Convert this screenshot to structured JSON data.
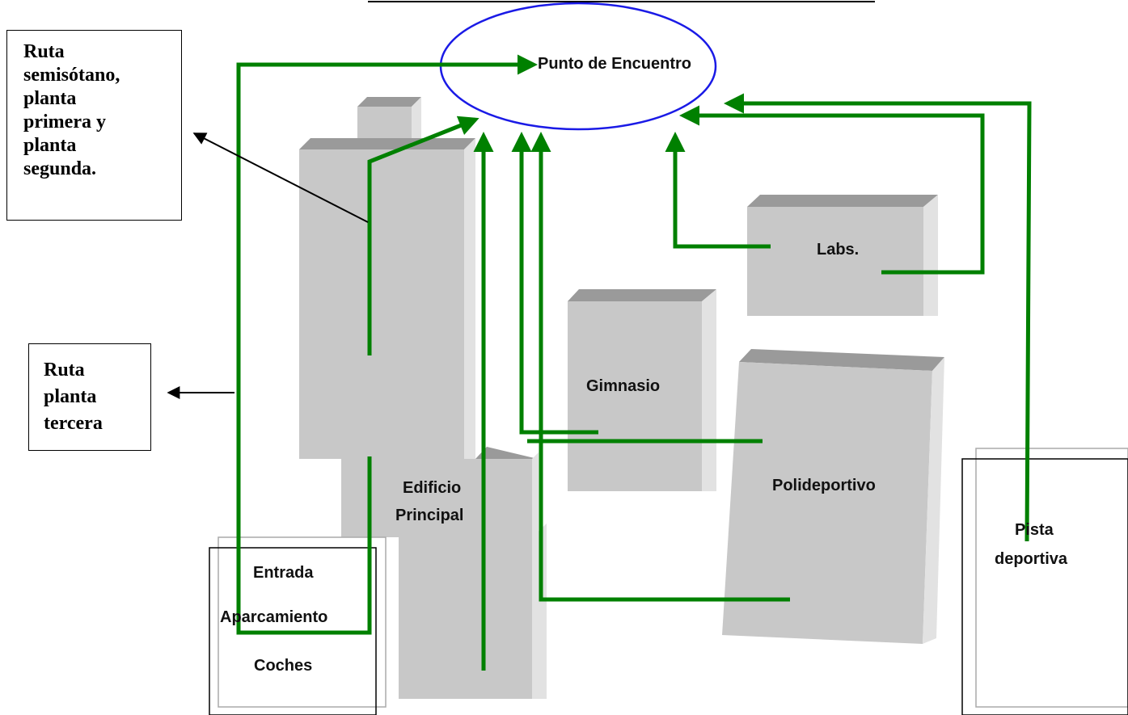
{
  "colors": {
    "route": "#008000",
    "ellipse": "#1a1ae6",
    "building_front": "#c8c8c8",
    "building_top": "#9a9a9a",
    "building_side": "#e2e2e2"
  },
  "meeting_point": {
    "label": "Punto de Encuentro"
  },
  "buildings": {
    "principal": {
      "line1": "Edificio",
      "line2": "Principal"
    },
    "gimnasio": {
      "label": "Gimnasio"
    },
    "labs": {
      "label": "Labs."
    },
    "polideportivo": {
      "label": "Polideportivo"
    },
    "pista": {
      "line1": "Pista",
      "line2": "deportiva"
    }
  },
  "entrance": {
    "line1": "Entrada",
    "line2": "Aparcamiento",
    "line3": "Coches"
  },
  "legend": {
    "route_upper": {
      "lines": [
        "Ruta",
        "semisótano,",
        "planta",
        "primera y",
        "planta",
        "segunda."
      ]
    },
    "route_third": {
      "lines": [
        "Ruta",
        "planta",
        "tercera"
      ]
    }
  }
}
